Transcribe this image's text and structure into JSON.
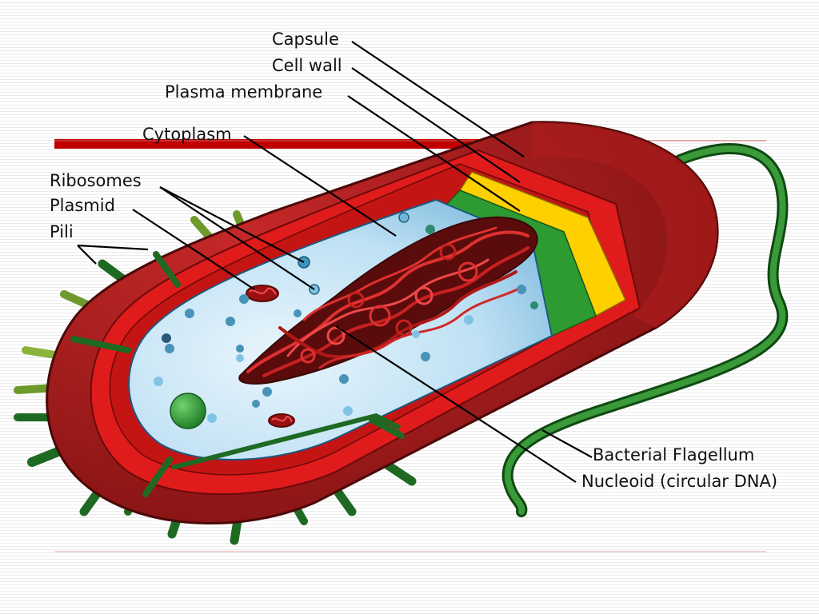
{
  "labels": {
    "capsule": "Capsule",
    "cell_wall": "Cell wall",
    "plasma_membrane": "Plasma membrane",
    "cytoplasm": "Cytoplasm",
    "ribosomes": "Ribosomes",
    "plasmid": "Plasmid",
    "pili": "Pili",
    "flagellum": "Bacterial Flagellum",
    "nucleoid": "Nucleoid (circular DNA)"
  },
  "colors": {
    "capsule": "#9e1a1a",
    "cell_wall": "#e31c1c",
    "plasma_membrane": "#ffd400",
    "cut_membrane": "#2e9a32",
    "cytoplasm": "#c8e6f7",
    "nucleoid": "#a01414",
    "ribosome": "#4a93b8",
    "pili": "#1e7a2a",
    "flagellum": "#2a7a2a",
    "accent_bar": "#c00000"
  }
}
